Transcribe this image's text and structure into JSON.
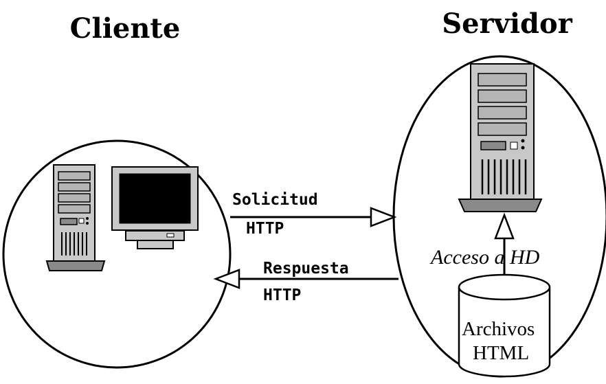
{
  "titles": {
    "client": "Cliente",
    "server": "Servidor"
  },
  "arrows": {
    "request_line1": "Solicitud",
    "request_line2": "HTTP",
    "response_line1": "Respuesta",
    "response_line2": "HTTP",
    "disk_access": "Acceso a HD"
  },
  "storage": {
    "line1": "Archivos",
    "line2": "HTML"
  },
  "icons": {
    "client_tower": "tower-computer-icon",
    "client_monitor": "monitor-icon",
    "server_tower": "server-tower-icon",
    "disk": "disk-cylinder-icon"
  },
  "colors": {
    "stroke": "#000000",
    "case_fill": "#c8c8c8",
    "case_dark": "#8a8a8a",
    "screen": "#000000",
    "background": "#ffffff"
  }
}
